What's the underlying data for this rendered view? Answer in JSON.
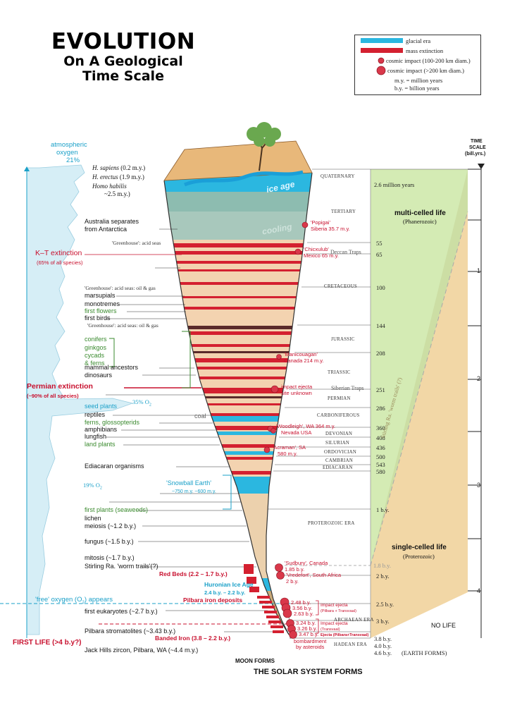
{
  "title": {
    "line1": "EVOLUTION",
    "line2": "On A Geological",
    "line3": "Time Scale"
  },
  "legend": {
    "glacial": "glacial era",
    "mass_extinction": "mass extinction",
    "impact_small": "cosmic impact (100-200 km diam.)",
    "impact_large": "cosmic impact (>200 km diam.)",
    "my": "m.y. = million years",
    "by": "b.y. = billion years"
  },
  "colors": {
    "glacial": "#2bb7e0",
    "extinction": "#d42030",
    "green_text": "#3a8a2e",
    "red_text": "#c8102e",
    "cyan_text": "#1aa0c8",
    "multicell": "#d4ebb4",
    "singlecell": "#f2d7a6"
  },
  "oxygen": {
    "title1": "atmospheric",
    "title2": "oxygen",
    "title3": "21%",
    "o2_35": "35% O",
    "o2_19": "19% O",
    "sub": "2",
    "free1": "'free' oxygen (O",
    "free2": ") appears"
  },
  "events": {
    "sapiens_1": "H. sapiens",
    "sapiens_2": " (0.2 m.y.)",
    "erectus_1": "H. erectus",
    "erectus_2": " (1.9 m.y.)",
    "habilis_1": "Homo habilis",
    "habilis_2": "~2.5 m.y.)",
    "australia1": "Australia separates",
    "australia2": "from Antarctica",
    "greenhouse1": "'Greenhouse': acid seas",
    "kt1": "K–T extinction",
    "kt2": "(65% of all species)",
    "greenhouse2": "'Greenhouse': acid seas: oil & gas",
    "marsupials": "marsupials",
    "monotremes": "monotremes",
    "flowers": "first flowers",
    "birds": "first birds",
    "greenhouse3": "'Greenhouse': acid seas: oil & gas",
    "conifers": "conifers",
    "ginkgos": "ginkgos",
    "cycads": "cycads",
    "ferns": "& ferns",
    "mammal": "mammal ancestors",
    "dinosaurs": "dinosaurs",
    "permian1": "Permian extinction",
    "permian2": "(~90% of all species)",
    "seedplants": "seed plants",
    "reptiles": "reptiles",
    "coal": "coal",
    "glosso": "ferns, glossopterids",
    "amphibians": "amphibians",
    "lungfish": "lungfish",
    "landplants": "land plants",
    "ediacaran": "Ediacaran organisms",
    "snowball1": "'Snowball Earth'",
    "snowball2": "~750 m.y. ~600 m.y.",
    "firstplants": "first plants (seaweeds)",
    "lichen": "lichen",
    "meiosis": "meiosis (~1.2 b.y.)",
    "fungus": "fungus (~1.5 b.y.)",
    "mitosis": "mitosis (~1.7 b.y.)",
    "stirling": "Stirling Ra. 'worm trails'(?)",
    "redbeds": "Red Beds (2.2 – 1.7 b.y.)",
    "huronian1": "Huronian Ice Age",
    "huronian2": "2.4 b.y. – 2.2 b.y.",
    "pilbara_iron": "Pilbara iron deposits",
    "eukaryotes": "first eukaryotes (~2.7 b.y.)",
    "stromatolites": "Pilbara stromatolites (~3.43 b.y.)",
    "banded": "Banded Iron (3.8 – 2.2 b.y.)",
    "firstlife": "FIRST LIFE (>4 b.y?)",
    "jackhills": "Jack Hills zircon, Pilbara, WA (~4.4 m.y.)",
    "moon": "MOON FORMS",
    "solar": "THE SOLAR SYSTEM FORMS",
    "earth": "(EARTH FORMS)"
  },
  "cone_labels": {
    "ice_age": "ice age",
    "cooling": "cooling",
    "deccan": "Deccan Traps",
    "siberian": "Siberian Traps"
  },
  "impacts": {
    "popigai1": "'Popigai'",
    "popigai2": "Siberia 35.7 m.y.",
    "chicx1": "'Chicxulub'",
    "chicx2": "Mexico 65 m.y.",
    "manic1": "'Manicouagan'",
    "manic2": "Canada 214 m.y.",
    "ejecta1": "impact ejecta",
    "ejecta2": "site unknown",
    "wood1": "'Woodleigh', WA 364 m.y.",
    "wood2": "Nevada USA",
    "acra1": "'Acraman', SA",
    "acra2": "580 m.y.",
    "sud1": "'Sudbury', Canada",
    "sud2": "1.85 b.y.",
    "vred1": "'Vredefort', South Africa",
    "vred2": "2 b.y.",
    "a248": "2.48 b.y.",
    "a256": "3.56 b.y.",
    "a263": "2.63 b.y.",
    "ej_p1": "Impact ejecta",
    "ej_p2": "(Pilbara + Transvaal)",
    "a324": "3.24 b.y.",
    "a326": "3.26 b.y.",
    "a347": "3.47 b.y.",
    "ej_t1": "Impact ejecta",
    "ej_t2": "(Transvaal)",
    "ej_pt": "Ejecta (Pilbara+Transvaal)",
    "bomb1": "bombardment",
    "bomb2": "by asteroids"
  },
  "eras": {
    "quaternary": "QUATERNARY",
    "tertiary": "TERTIARY",
    "cretaceous": "CRETACEOUS",
    "jurassic": "JURASSIC",
    "triassic": "TRIASSIC",
    "permian": "PERMIAN",
    "carboniferous": "CARBONIFEROUS",
    "devonian": "DEVONIAN",
    "silurian": "SILURIAN",
    "ordovician": "ORDOVICIAN",
    "cambrian": "CAMBRIAN",
    "ediacaran": "EDIACARAN",
    "proterozoic": "PROTEROZOIC ERA",
    "archaean": "ARCHAEAN ERA",
    "hadean": "HADEAN ERA"
  },
  "ages": {
    "a26": "2.6 million years",
    "a55": "55",
    "a65": "65",
    "a100": "100",
    "a144": "144",
    "a208": "208",
    "a251": "251",
    "a286": "286",
    "a360": "360",
    "a408": "408",
    "a436": "436",
    "a500": "500",
    "a543": "543",
    "a580": "580",
    "b1": "1 b.y.",
    "b18": "1.8 b.y.",
    "b2": "2 b.y.",
    "b25": "2.5 b.y.",
    "b3": "3 b.y.",
    "b38": "3.8 b.y.",
    "b40": "4.0 b.y.",
    "b46": "4.6 b.y."
  },
  "life": {
    "multi1": "multi-celled life",
    "multi2": "(Phanerozoic)",
    "single1": "single-celled life",
    "single2": "(Proterozoic)",
    "nolife": "NO LIFE",
    "worm": "Stirling Ra. 'worm trails' (?)"
  },
  "timescale": {
    "h1": "TIME",
    "h2": "SCALE",
    "h3": "(bill.yrs.)",
    "t1": "1",
    "t2": "2",
    "t3": "3",
    "t4": "4"
  }
}
